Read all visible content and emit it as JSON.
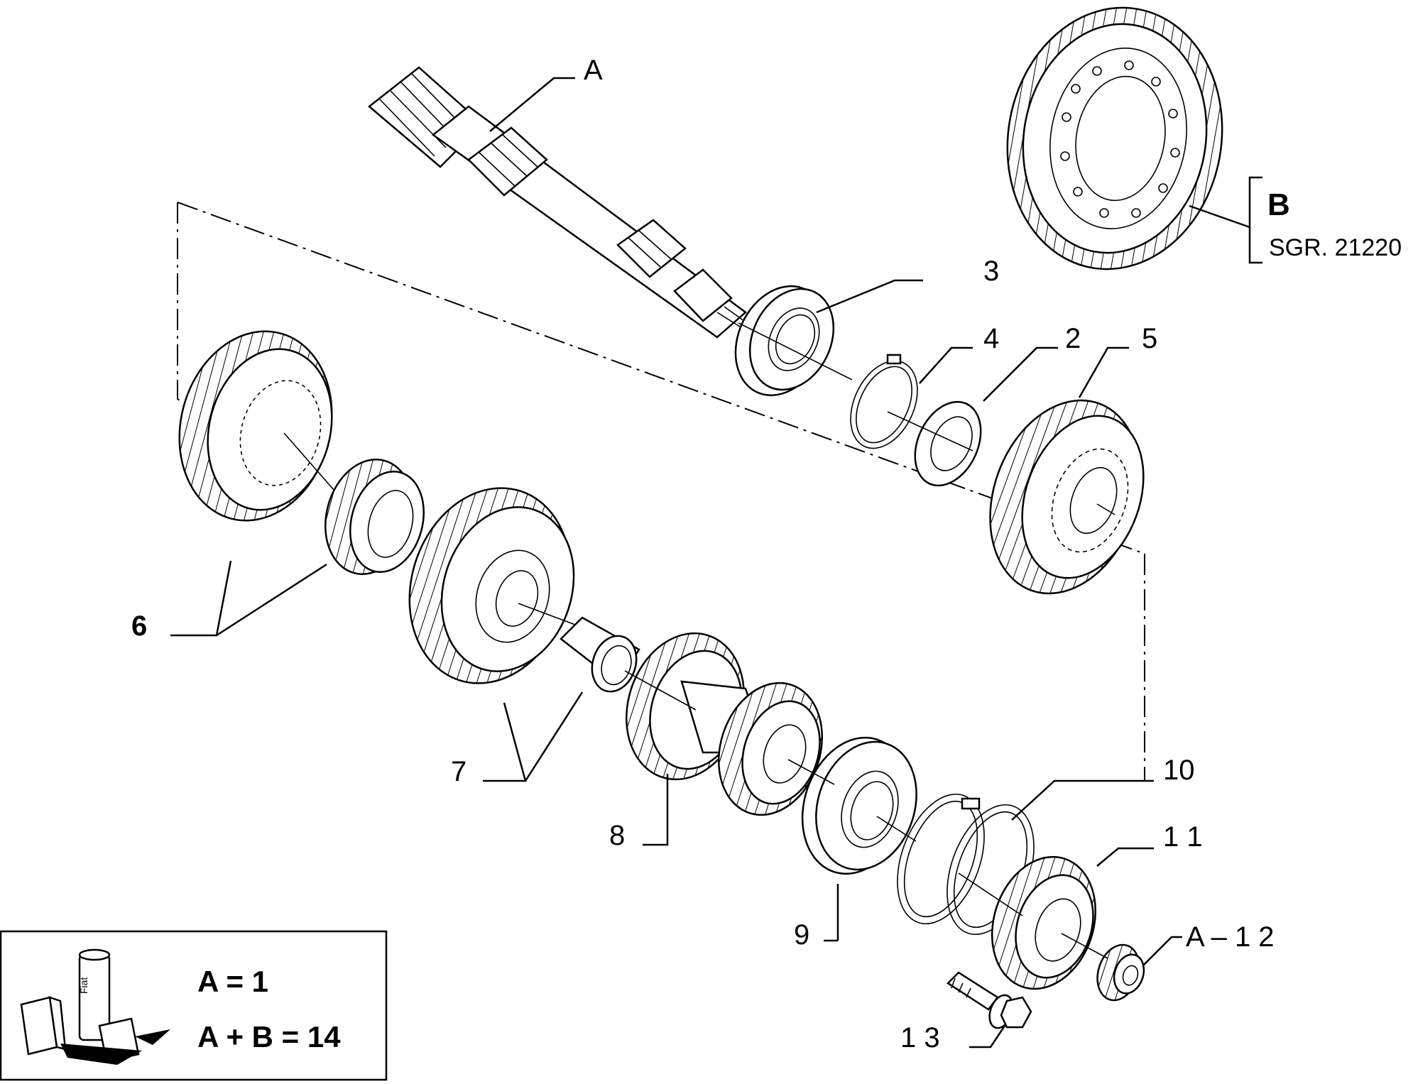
{
  "labels": {
    "A": "A",
    "B": "B",
    "sgr": "SGR. 21220",
    "p2": "2",
    "p3": "3",
    "p4": "4",
    "p5": "5",
    "p6": "6",
    "p7": "7",
    "p8": "8",
    "p9": "9",
    "p10": "10",
    "p11": "1 1",
    "p12": "A – 1 2",
    "p13": "1 3"
  },
  "legend": {
    "line1": "A = 1",
    "line2": "A + B = 14",
    "icon_text": "Fiat"
  }
}
